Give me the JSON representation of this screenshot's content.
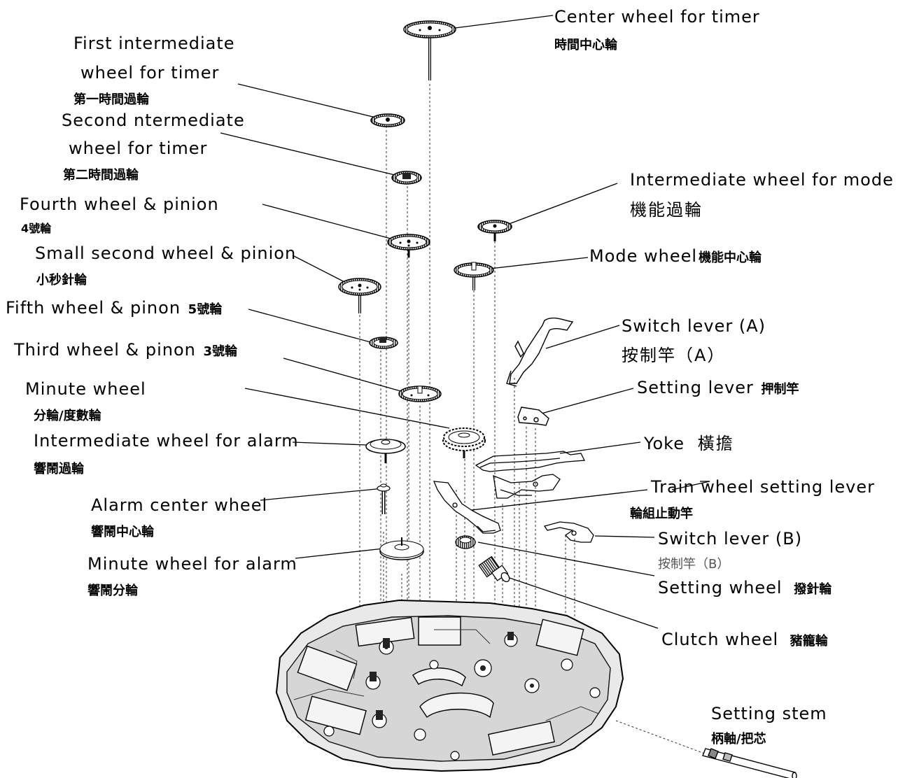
{
  "labels": {
    "center_wheel_timer": {
      "en": "Center wheel for timer",
      "zh": "時間中心輪"
    },
    "first_intermediate": {
      "en1": "First intermediate",
      "en2": "wheel for timer",
      "zh": "第一時間過輪"
    },
    "second_intermediate": {
      "en1": "Second ntermediate",
      "en2": "wheel for timer",
      "zh": "第二時間過輪"
    },
    "fourth_wheel": {
      "en": "Fourth wheel & pinion",
      "zh": "4號輪"
    },
    "small_second_wheel": {
      "en": "Small second wheel & pinion",
      "zh": "小秒針輪"
    },
    "fifth_wheel": {
      "en": "Fifth  wheel & pinon",
      "zh": "5號輪"
    },
    "third_wheel": {
      "en": "Third wheel & pinon",
      "zh": "3號輪"
    },
    "minute_wheel": {
      "en": "Minute wheel",
      "zh": "分輪/度數輪"
    },
    "intermediate_alarm": {
      "en": "Intermediate wheel for alarm",
      "zh": "響鬧過輪"
    },
    "alarm_center": {
      "en": "Alarm  center wheel",
      "zh": "響鬧中心輪"
    },
    "minute_wheel_alarm": {
      "en": "Minute wheel for alarm",
      "zh": "響鬧分輪"
    },
    "intermediate_mode": {
      "en": "Intermediate wheel for mode",
      "zh": "機能過輪"
    },
    "mode_wheel": {
      "en": "Mode wheel",
      "zh": "機能中心輪"
    },
    "switch_lever_a": {
      "en": "Switch lever (A)",
      "zh": "按制竿（A）"
    },
    "setting_lever": {
      "en": "Setting lever",
      "zh": "押制竿"
    },
    "yoke": {
      "en": "Yoke",
      "zh": "橫擔"
    },
    "train_wheel_setting_lever": {
      "en": "Train wheel  setting lever",
      "zh": "輪組止動竿"
    },
    "switch_lever_b": {
      "en": "Switch lever (B)",
      "zh": "按制竿（B）"
    },
    "setting_wheel": {
      "en": "Setting wheel",
      "zh": "撥針輪"
    },
    "clutch_wheel": {
      "en": "Clutch wheel",
      "zh": "豬籠輪"
    },
    "setting_stem": {
      "en": "Setting stem",
      "zh": "柄軸/把芯"
    }
  }
}
